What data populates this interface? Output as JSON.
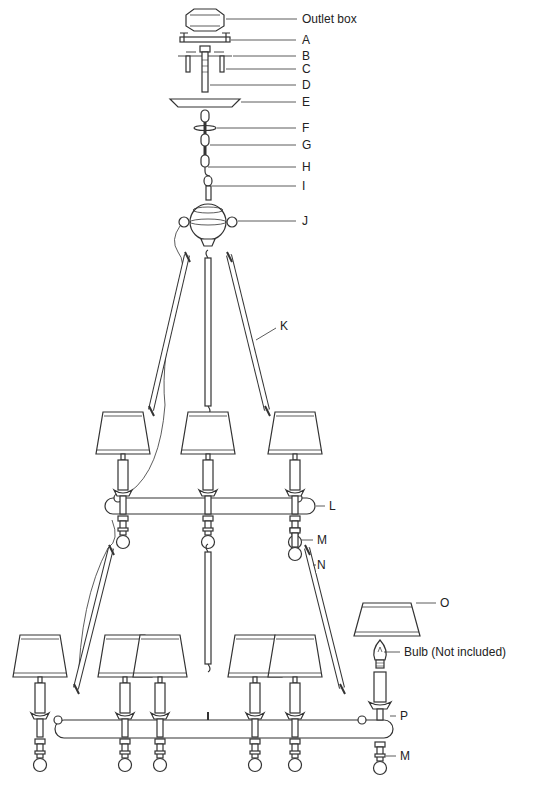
{
  "diagram": {
    "labels": [
      "Outlet box",
      "A",
      "B",
      "C",
      "D",
      "E",
      "F",
      "G",
      "H",
      "I",
      "J",
      "K",
      "L",
      "M",
      "N",
      "O",
      "Bulb (Not included)",
      "P",
      "M"
    ]
  }
}
